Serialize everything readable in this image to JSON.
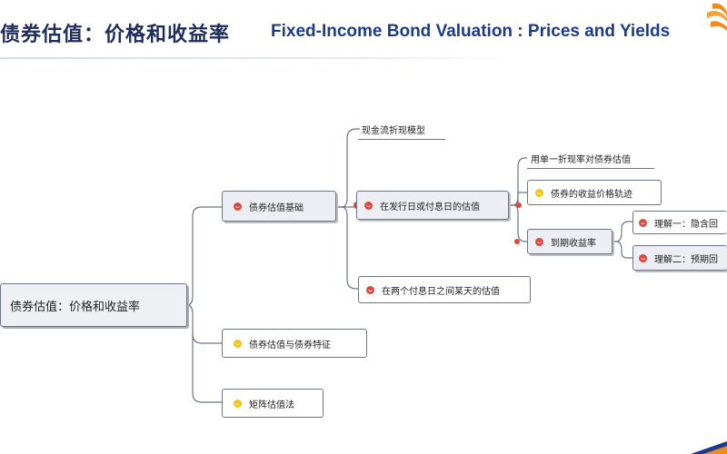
{
  "header": {
    "title_zh": "债券估值：价格和收益率",
    "title_en": "Fixed-Income Bond Valuation : Prices and Yields"
  },
  "colors": {
    "title": "#1f2d5c",
    "title_en": "#1e3a8a",
    "connector": "#6d7488",
    "icon_red": "#e0473a",
    "icon_yellow": "#f3c21b"
  },
  "mindmap": {
    "root": "债券估值：价格和收益率",
    "level1": {
      "basics": {
        "label": "债券估值基础",
        "icon": "red-face-icon"
      },
      "features": {
        "label": "债券估值与债券特征",
        "icon": "yellow-face-icon"
      },
      "matrix": {
        "label": "矩阵估值法",
        "icon": "yellow-face-icon"
      }
    },
    "level2": {
      "dcf": {
        "label": "现金流折现模型"
      },
      "issue_date": {
        "label": "在发行日或付息日的估值",
        "icon": "red-face-icon"
      },
      "between": {
        "label": "在两个付息日之间某天的估值",
        "icon": "red-face-icon"
      }
    },
    "level3": {
      "single_rate": {
        "label": "用单一折现率对债券估值"
      },
      "price_path": {
        "label": "债券的收益价格轨迹",
        "icon": "yellow-face-icon"
      },
      "ytm": {
        "label": "到期收益率",
        "icon": "red-face-icon"
      }
    },
    "level4": {
      "implied": {
        "label": "理解一：隐含回"
      },
      "expected": {
        "label": "理解二：预期回"
      }
    }
  }
}
